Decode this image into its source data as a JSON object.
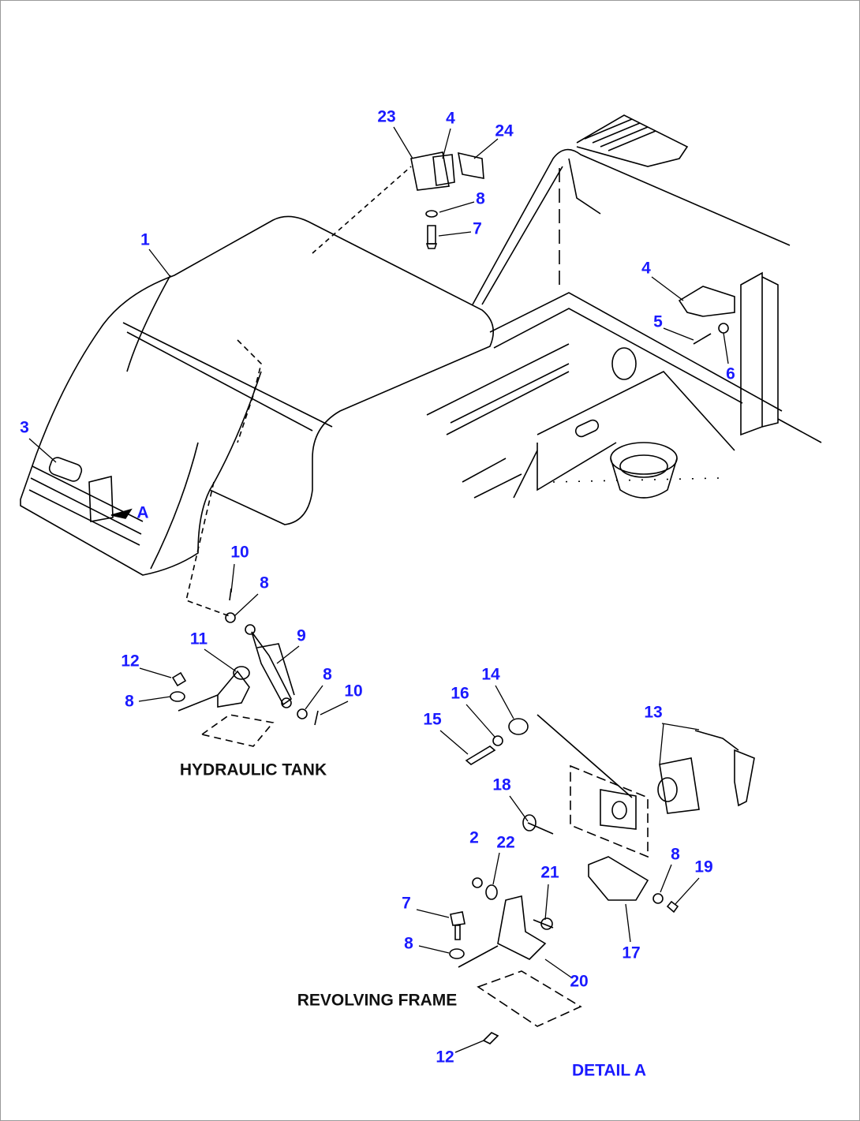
{
  "diagram": {
    "callouts": [
      {
        "text": "23"
      },
      {
        "text": "4"
      },
      {
        "text": "24"
      },
      {
        "text": "8"
      },
      {
        "text": "7"
      },
      {
        "text": "1"
      },
      {
        "text": "4"
      },
      {
        "text": "5"
      },
      {
        "text": "6"
      },
      {
        "text": "3"
      },
      {
        "text": "A"
      },
      {
        "text": "10"
      },
      {
        "text": "8"
      },
      {
        "text": "9"
      },
      {
        "text": "11"
      },
      {
        "text": "12"
      },
      {
        "text": "8"
      },
      {
        "text": "10"
      },
      {
        "text": "8"
      },
      {
        "text": "14"
      },
      {
        "text": "16"
      },
      {
        "text": "15"
      },
      {
        "text": "13"
      },
      {
        "text": "18"
      },
      {
        "text": "2"
      },
      {
        "text": "22"
      },
      {
        "text": "21"
      },
      {
        "text": "8"
      },
      {
        "text": "19"
      },
      {
        "text": "7"
      },
      {
        "text": "8"
      },
      {
        "text": "17"
      },
      {
        "text": "20"
      },
      {
        "text": "12"
      }
    ],
    "captions": {
      "hydraulic_tank": "HYDRAULIC TANK",
      "revolving_frame": "REVOLVING FRAME",
      "detail_a": "DETAIL A"
    },
    "colors": {
      "callout": "#1a1aff",
      "line": "#000000"
    }
  }
}
